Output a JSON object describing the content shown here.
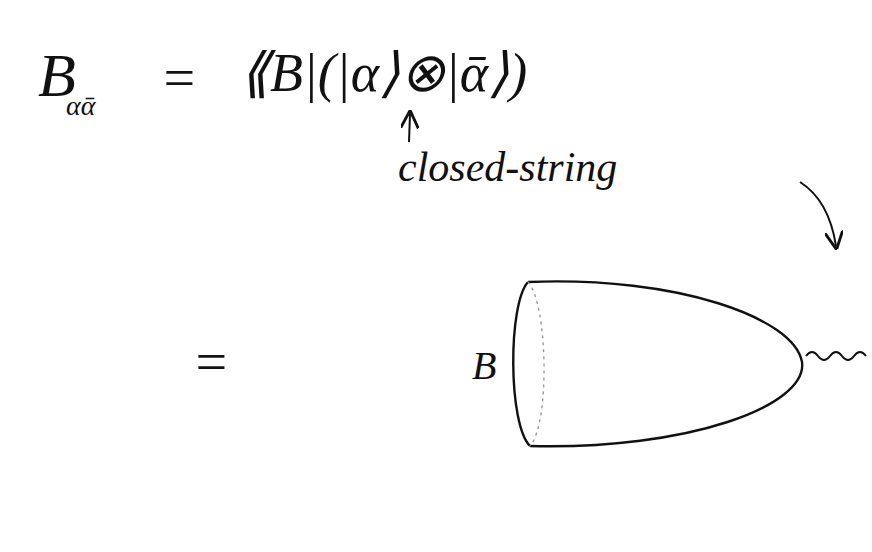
{
  "diagram": {
    "nodes": [
      {
        "text": [
          "B"
        ]
      }
    ],
    "labels": [
      "B",
      "αᾱ",
      "=",
      "⟪B|(|α⟩⊗|ᾱ⟩)",
      "closed-string",
      "="
    ]
  }
}
